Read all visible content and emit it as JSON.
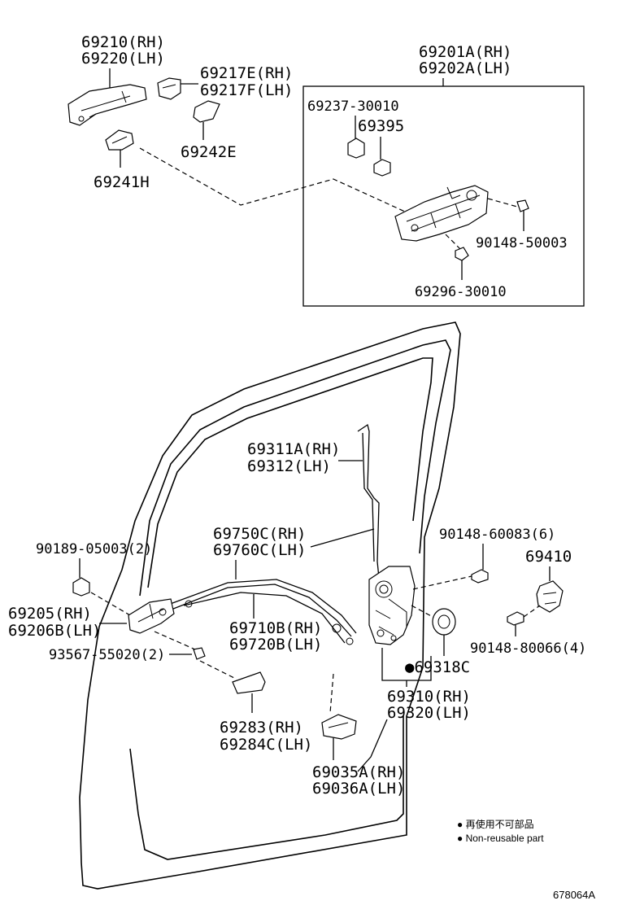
{
  "labels": {
    "l69210": "69210(RH)",
    "l69220": "69220(LH)",
    "l69217e": "69217E(RH)",
    "l69217f": "69217F(LH)",
    "l69242e": "69242E",
    "l69241h": "69241H",
    "l69201a": "69201A(RH)",
    "l69202a": "69202A(LH)",
    "l69237": "69237-30010",
    "l69395": "69395",
    "l90148_50003": "90148-50003",
    "l69296": "69296-30010",
    "l69311a": "69311A(RH)",
    "l69312": "69312(LH)",
    "l69750c": "69750C(RH)",
    "l69760c": "69760C(LH)",
    "l90189": "90189-05003(2)",
    "l69205": "69205(RH)",
    "l69206b": "69206B(LH)",
    "l93567": "93567-55020(2)",
    "l69710b": "69710B(RH)",
    "l69720b": "69720B(LH)",
    "l90148_60083": "90148-60083(6)",
    "l69410": "69410",
    "l90148_80066": "90148-80066(4)",
    "l69318c": "●69318C",
    "l69310": "69310(RH)",
    "l69320": "69320(LH)",
    "l69283": "69283(RH)",
    "l69284c": "69284C(LH)",
    "l69035a": "69035A(RH)",
    "l69036a": "69036A(LH)"
  },
  "legend": {
    "line_jp": "● 再使用不可部品",
    "line_en": "● Non-reusable part"
  },
  "reference_code": "678064A"
}
